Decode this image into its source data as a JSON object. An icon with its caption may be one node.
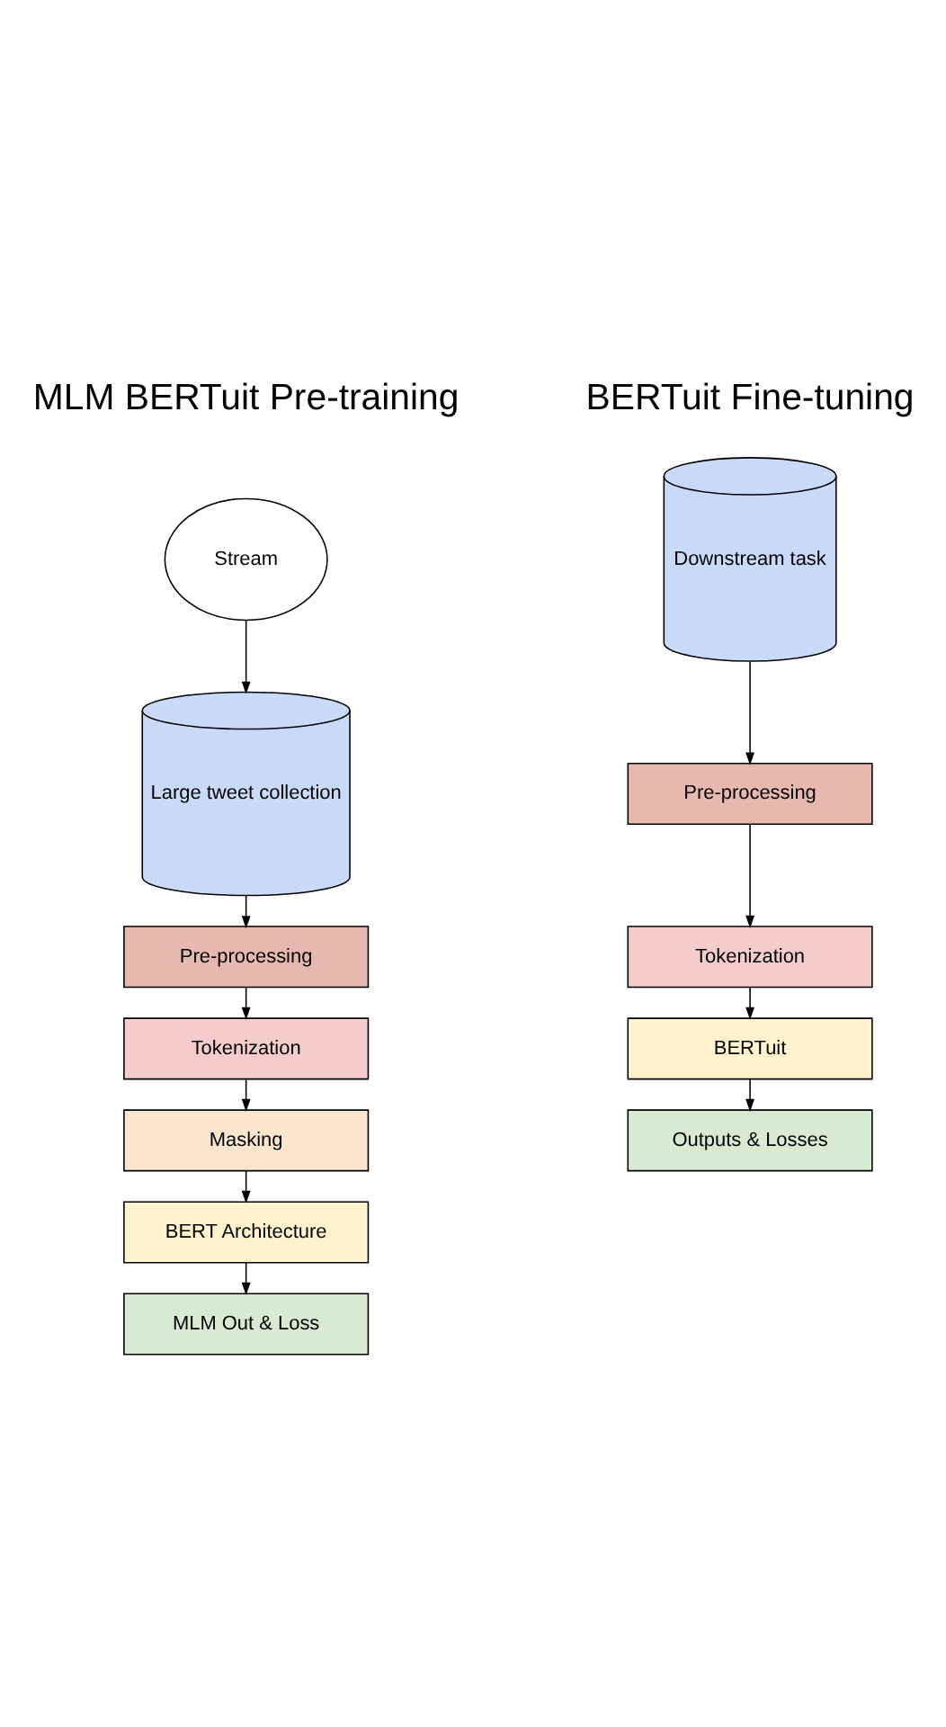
{
  "diagram": {
    "nodes": [
      {
        "text": [
          "Stream"
        ]
      },
      {
        "text": [
          "Large tweet collection"
        ]
      },
      {
        "text": [
          "Pre-processing"
        ]
      },
      {
        "text": [
          "Tokenization"
        ]
      },
      {
        "text": [
          "Masking"
        ]
      },
      {
        "text": [
          "BERT Architecture"
        ]
      },
      {
        "text": [
          "MLM Out & Loss"
        ]
      },
      {
        "text": [
          "Downstream task"
        ]
      },
      {
        "text": [
          "Pre-processing"
        ]
      },
      {
        "text": [
          "Tokenization"
        ]
      },
      {
        "text": [
          "BERTuit"
        ]
      },
      {
        "text": [
          "Outputs & Losses"
        ]
      }
    ],
    "edges": [
      {
        "from": 0,
        "to": 1,
        "arrow": "to"
      },
      {
        "from": 1,
        "to": 2,
        "arrow": "to"
      },
      {
        "from": 2,
        "to": 3,
        "arrow": "to"
      },
      {
        "from": 3,
        "to": 4,
        "arrow": "to"
      },
      {
        "from": 4,
        "to": 5,
        "arrow": "to"
      },
      {
        "from": 5,
        "to": 6,
        "arrow": "to"
      },
      {
        "from": 7,
        "to": 8,
        "arrow": "to"
      },
      {
        "from": 8,
        "to": 9,
        "arrow": "to"
      },
      {
        "from": 9,
        "to": 10,
        "arrow": "to"
      },
      {
        "from": 10,
        "to": 11,
        "arrow": "to"
      }
    ],
    "labels": [
      "MLM BERTuit Pre-training",
      "BERTuit Fine-tuning"
    ]
  }
}
